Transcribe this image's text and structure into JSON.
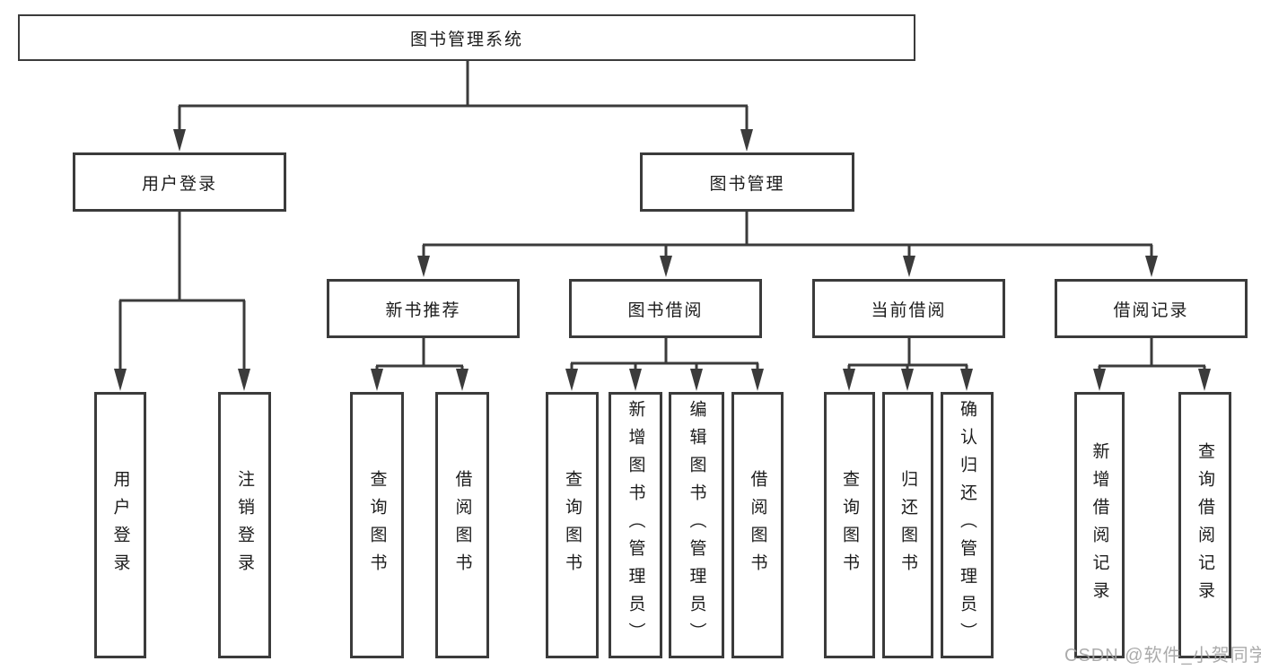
{
  "diagram": {
    "root": {
      "label": "图书管理系统"
    },
    "branches": [
      {
        "label": "用户登录",
        "children": [
          {
            "label": "用户登录"
          },
          {
            "label": "注销登录"
          }
        ]
      },
      {
        "label": "图书管理",
        "children": [
          {
            "label": "新书推荐",
            "children": [
              {
                "label": "查询图书"
              },
              {
                "label": "借阅图书"
              }
            ]
          },
          {
            "label": "图书借阅",
            "children": [
              {
                "label": "查询图书"
              },
              {
                "label": "新增图书（管理员）"
              },
              {
                "label": "编辑图书（管理员）"
              },
              {
                "label": "借阅图书"
              }
            ]
          },
          {
            "label": "当前借阅",
            "children": [
              {
                "label": "查询图书"
              },
              {
                "label": "归还图书"
              },
              {
                "label": "确认归还（管理员）"
              }
            ]
          },
          {
            "label": "借阅记录",
            "children": [
              {
                "label": "新增借阅记录"
              },
              {
                "label": "查询借阅记录"
              }
            ]
          }
        ]
      }
    ]
  },
  "watermark": {
    "text": "CSDN @软件_小贺同学",
    "color": "#a3a3a3"
  },
  "colors": {
    "line": "#3b3b3b",
    "box_border": "#3b3b3b",
    "text": "#1c1c1c",
    "background": "#ffffff"
  }
}
